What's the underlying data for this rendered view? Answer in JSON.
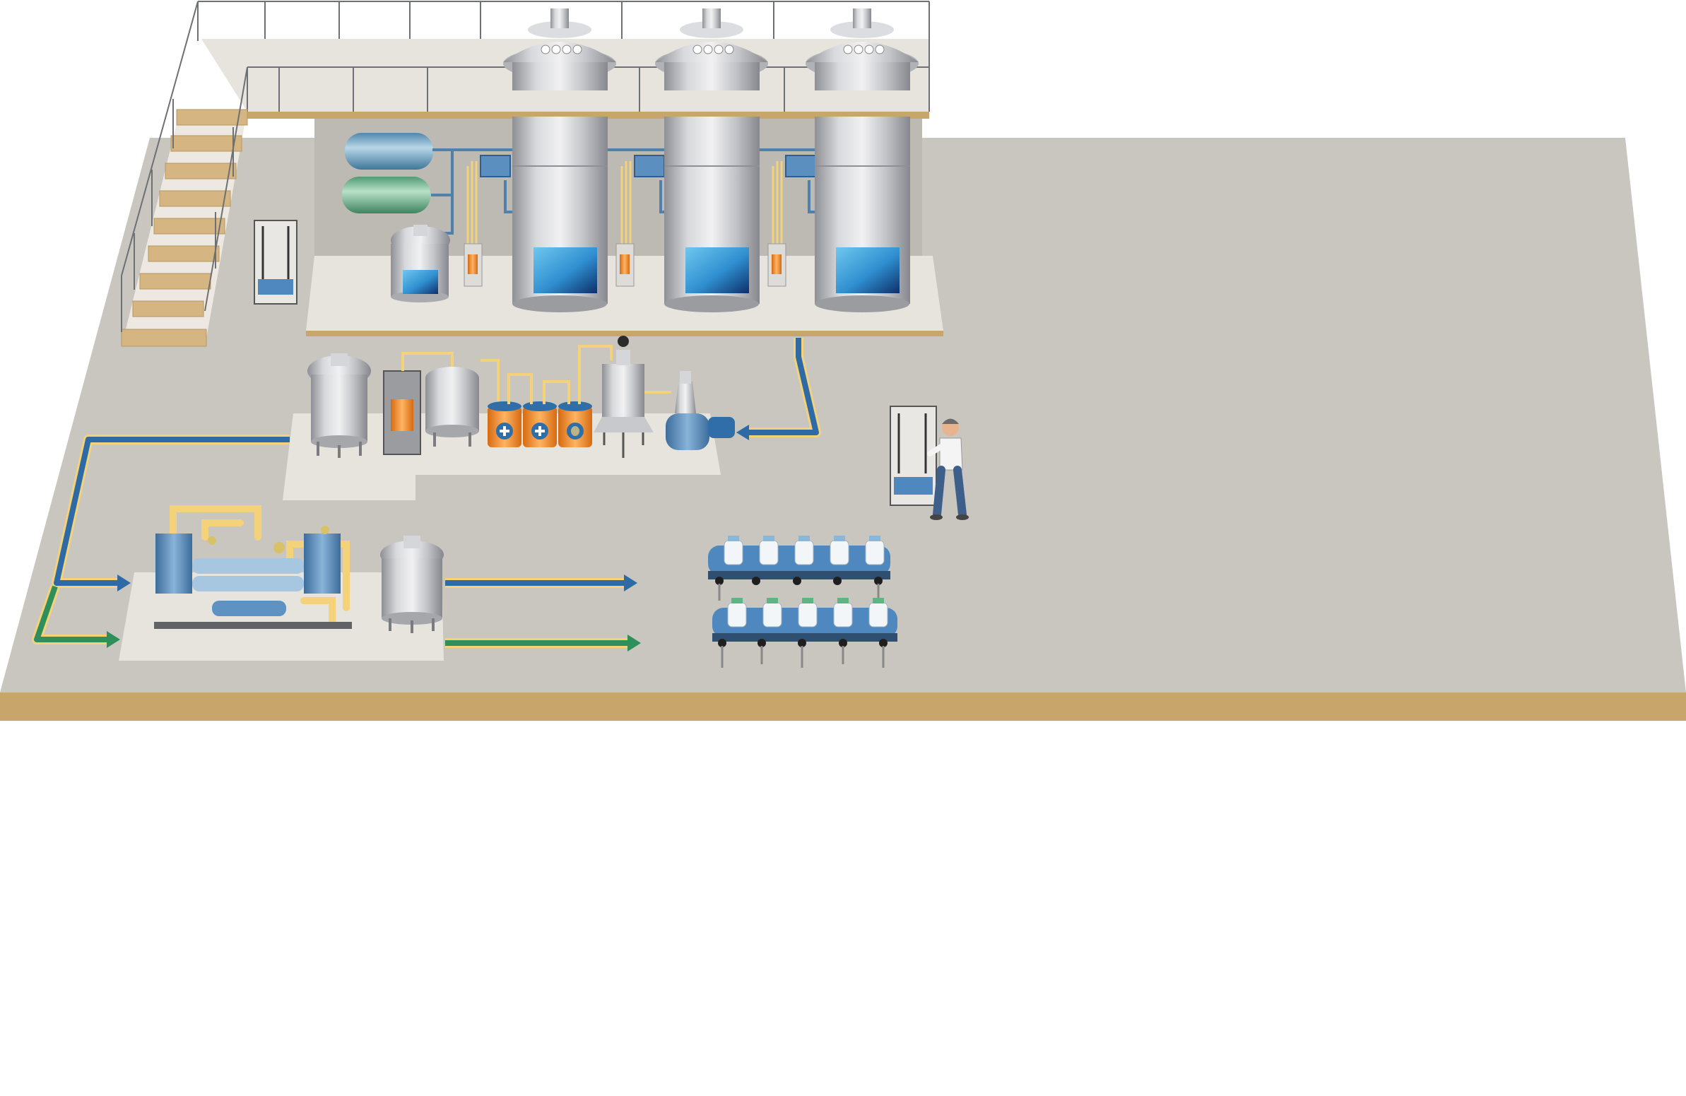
{
  "diagram": {
    "kind": "isometric-plant-illustration",
    "printed_text": [],
    "colors": {
      "floor": "#c9c6c0",
      "floor_edge": "#c7a56b",
      "platform": "#e7e4dd",
      "wall": "#bdbab4",
      "steel": "#c8c9cc",
      "steel_dark": "#8f9196",
      "process_blue": "#2f6ea8",
      "flow_blue": "#2d6aa6",
      "flow_green": "#2e8f5a",
      "pipe_yellow": "#f3d27a",
      "cartridge_orange": "#ef8a26",
      "heater_orange": "#e8711e",
      "gas_tank_blue": "#7fb2cf",
      "gas_tank_green": "#7dbb96",
      "conveyor_blue": "#4f88bf"
    },
    "equipment": {
      "fermenters": 3,
      "gas_tanks": 2,
      "filter_cartridges": 3,
      "conveyor_lines": 2,
      "bottles_per_line": 5,
      "control_panels": 3,
      "operator": "operator-figure"
    },
    "icons": {
      "cartridge": "cross-icon",
      "cartridge_last": "disc-icon"
    }
  }
}
